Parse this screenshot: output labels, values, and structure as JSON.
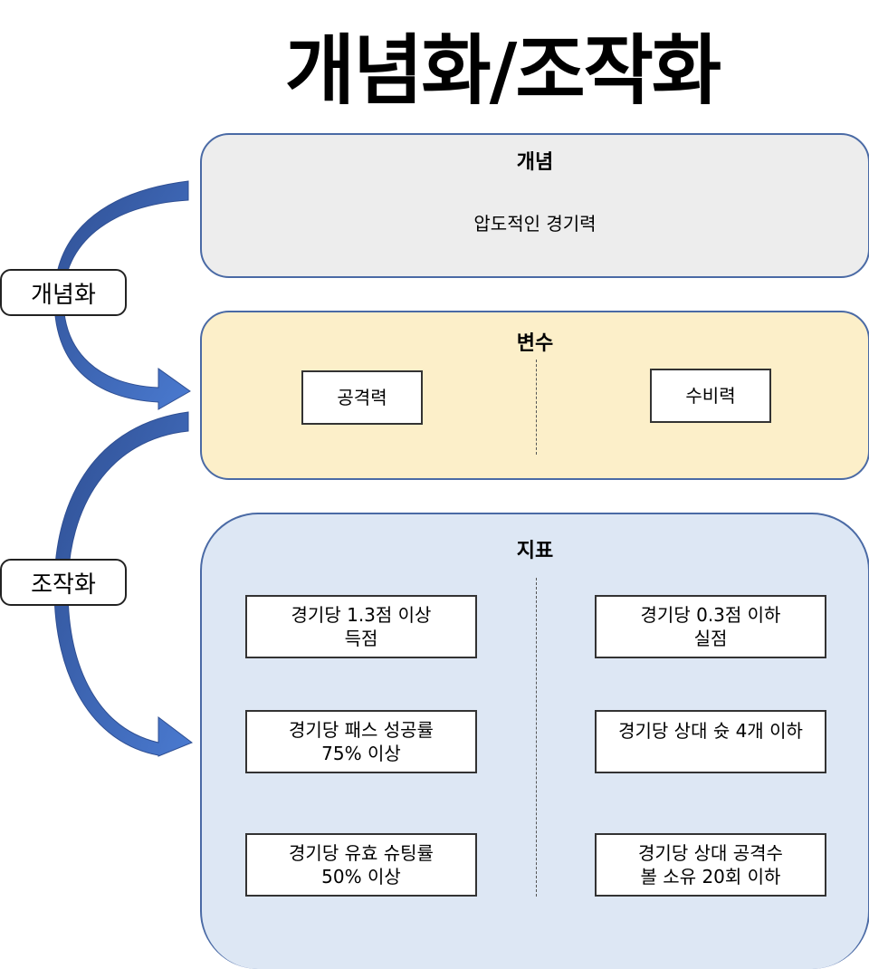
{
  "title": "개념화/조작화",
  "side_labels": {
    "conceptualization": "개념화",
    "operationalization": "조작화"
  },
  "concept": {
    "heading": "개념",
    "text": "압도적인 경기력"
  },
  "variable": {
    "heading": "변수",
    "items": [
      "공격력",
      "수비력"
    ]
  },
  "indicator": {
    "heading": "지표",
    "left": [
      [
        "경기당 1.3점 이상",
        "득점"
      ],
      [
        "경기당 패스 성공률",
        "75% 이상"
      ],
      [
        "경기당 유효 슈팅률",
        "50% 이상"
      ]
    ],
    "right": [
      [
        "경기당 0.3점 이하",
        "실점"
      ],
      [
        "경기당 상대 슛 4개 이하",
        ""
      ],
      [
        "경기당 상대 공격수",
        "볼 소유 20회 이하"
      ]
    ]
  },
  "colors": {
    "arrow": "#3b66b8",
    "concept_bg": "#ededed",
    "variable_bg": "#fcefc9",
    "indicator_bg": "#dde7f4",
    "panel_border": "#4a6aa5"
  }
}
